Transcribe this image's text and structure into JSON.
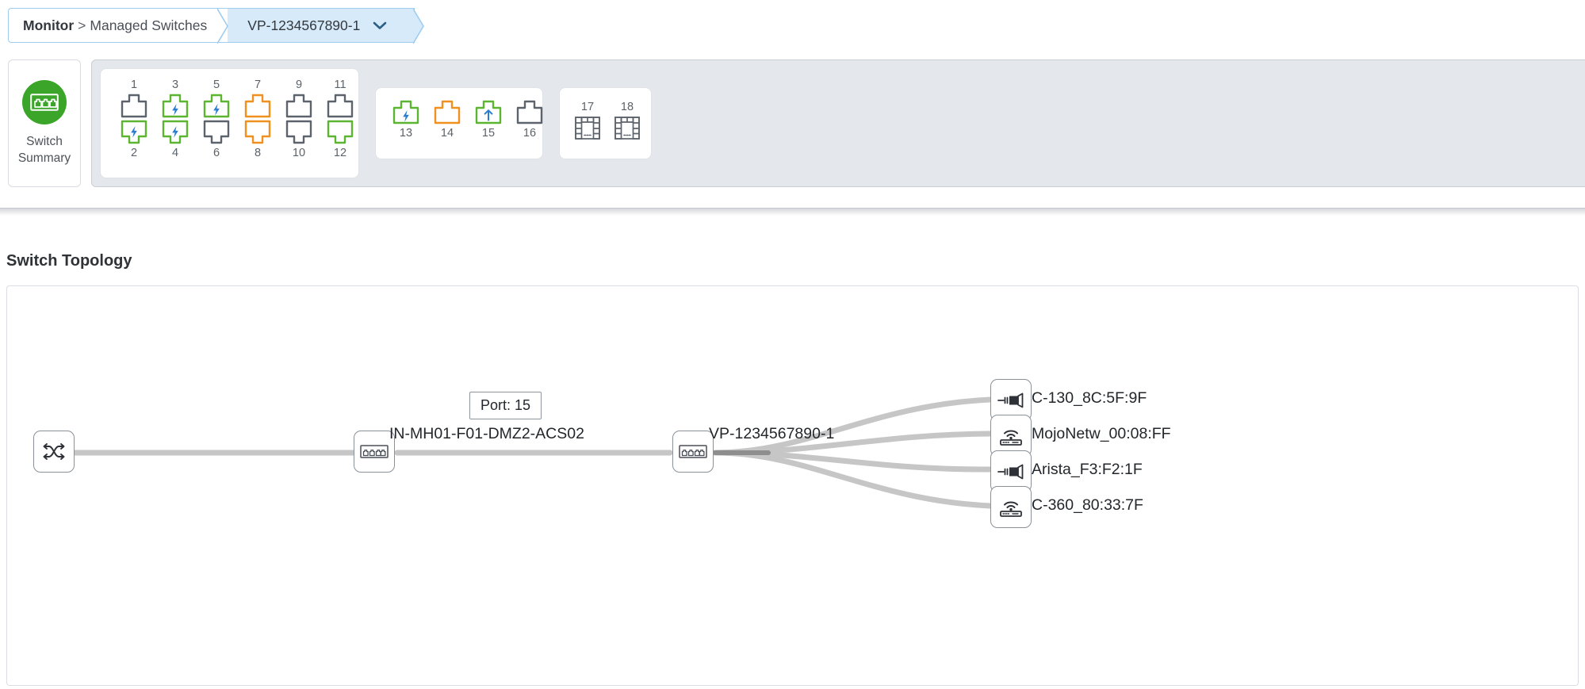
{
  "breadcrumb": {
    "root_label": "Monitor",
    "separator": ">",
    "section_label": "Managed Switches",
    "current_label": "VP-1234567890-1",
    "chevron_icon": "chevron-down-icon"
  },
  "switch_summary": {
    "label": "Switch\nSummary",
    "badge_icon": "switch-ports-icon",
    "badge_color": "#3aa528"
  },
  "ports": {
    "colors": {
      "active_green": "#5cb531",
      "warning_orange": "#f0901e",
      "inactive_gray": "#5d636c",
      "bolt_blue": "#2b7dd1"
    },
    "main_group": {
      "top_row": [
        {
          "number": "1",
          "state": "inactive",
          "glyph": "none",
          "orientation": "up"
        },
        {
          "number": "3",
          "state": "active",
          "glyph": "poe-bolt",
          "orientation": "up"
        },
        {
          "number": "5",
          "state": "active",
          "glyph": "poe-bolt",
          "orientation": "up"
        },
        {
          "number": "7",
          "state": "warning",
          "glyph": "none",
          "orientation": "up"
        },
        {
          "number": "9",
          "state": "inactive",
          "glyph": "none",
          "orientation": "up"
        },
        {
          "number": "11",
          "state": "inactive",
          "glyph": "none",
          "orientation": "up"
        }
      ],
      "bottom_row": [
        {
          "number": "2",
          "state": "active",
          "glyph": "poe-bolt",
          "orientation": "down"
        },
        {
          "number": "4",
          "state": "active",
          "glyph": "poe-bolt",
          "orientation": "down"
        },
        {
          "number": "6",
          "state": "inactive",
          "glyph": "none",
          "orientation": "down"
        },
        {
          "number": "8",
          "state": "warning",
          "glyph": "none",
          "orientation": "down"
        },
        {
          "number": "10",
          "state": "inactive",
          "glyph": "none",
          "orientation": "down"
        },
        {
          "number": "12",
          "state": "active",
          "glyph": "none",
          "orientation": "down"
        }
      ]
    },
    "uplink_group": [
      {
        "number": "13",
        "state": "active",
        "glyph": "poe-bolt",
        "orientation": "up"
      },
      {
        "number": "14",
        "state": "warning",
        "glyph": "none",
        "orientation": "up"
      },
      {
        "number": "15",
        "state": "active",
        "glyph": "uplink-arrow",
        "orientation": "up"
      },
      {
        "number": "16",
        "state": "inactive",
        "glyph": "none",
        "orientation": "up"
      }
    ],
    "sfp_group": [
      {
        "number": "17",
        "state": "inactive",
        "glyph": "sfp",
        "orientation": "up"
      },
      {
        "number": "18",
        "state": "inactive",
        "glyph": "sfp",
        "orientation": "up"
      }
    ]
  },
  "topology": {
    "title": "Switch Topology",
    "tooltip": {
      "text": "Port: 15"
    },
    "nodes": [
      {
        "id": "router",
        "icon": "router-shuffle-icon",
        "label": ""
      },
      {
        "id": "access02",
        "icon": "switch-icon",
        "label": "IN-MH01-F01-DMZ2-ACS02"
      },
      {
        "id": "focus",
        "icon": "switch-icon",
        "label": "VP-1234567890-1"
      },
      {
        "id": "client1",
        "icon": "wired-client-icon",
        "label": "C-130_8C:5F:9F"
      },
      {
        "id": "client2",
        "icon": "access-point-icon",
        "label": "MojoNetw_00:08:FF"
      },
      {
        "id": "client3",
        "icon": "wired-client-icon",
        "label": "Arista_F3:F2:1F"
      },
      {
        "id": "client4",
        "icon": "access-point-icon",
        "label": "C-360_80:33:7F"
      }
    ]
  }
}
